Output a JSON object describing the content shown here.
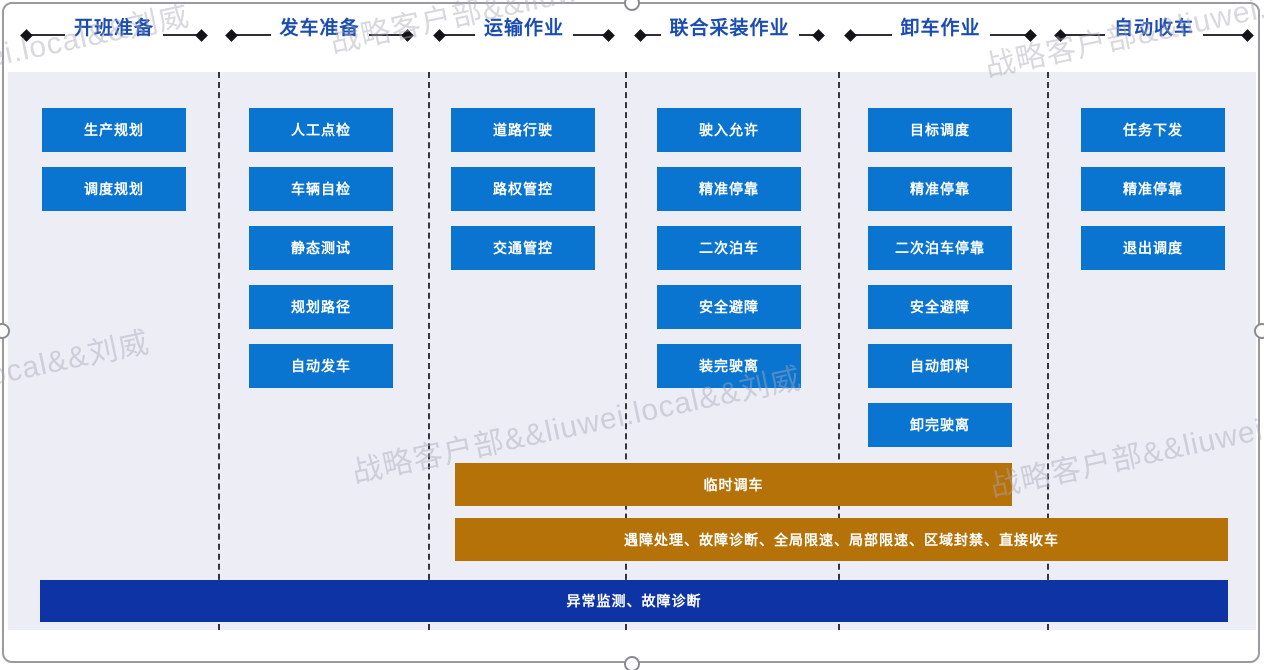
{
  "watermark": {
    "text": "战略客户部&&liuwei.local&&刘威"
  },
  "phases": [
    {
      "title": "开班准备",
      "steps": [
        "生产规划",
        "调度规划"
      ]
    },
    {
      "title": "发车准备",
      "steps": [
        "人工点检",
        "车辆自检",
        "静态测试",
        "规划路径",
        "自动发车"
      ]
    },
    {
      "title": "运输作业",
      "steps": [
        "道路行驶",
        "路权管控",
        "交通管控"
      ]
    },
    {
      "title": "联合采装作业",
      "steps": [
        "驶入允许",
        "精准停靠",
        "二次泊车",
        "安全避障",
        "装完驶离"
      ]
    },
    {
      "title": "卸车作业",
      "steps": [
        "目标调度",
        "精准停靠",
        "二次泊车停靠",
        "安全避障",
        "自动卸料",
        "卸完驶离"
      ]
    },
    {
      "title": "自动收车",
      "steps": [
        "任务下发",
        "精准停靠",
        "退出调度"
      ]
    }
  ],
  "cross_bars": {
    "temporary": "临时调车",
    "exception": "遇障处理、故障诊断、全局限速、局部限速、区域封禁、直接收车",
    "monitoring": "异常监测、故障诊断"
  },
  "colors": {
    "step_box": "#0a74d1",
    "amber_bar": "#b57208",
    "navy_bar": "#0d33a4",
    "header_text": "#1b4db1",
    "panel_bg": "#ecedf5"
  }
}
